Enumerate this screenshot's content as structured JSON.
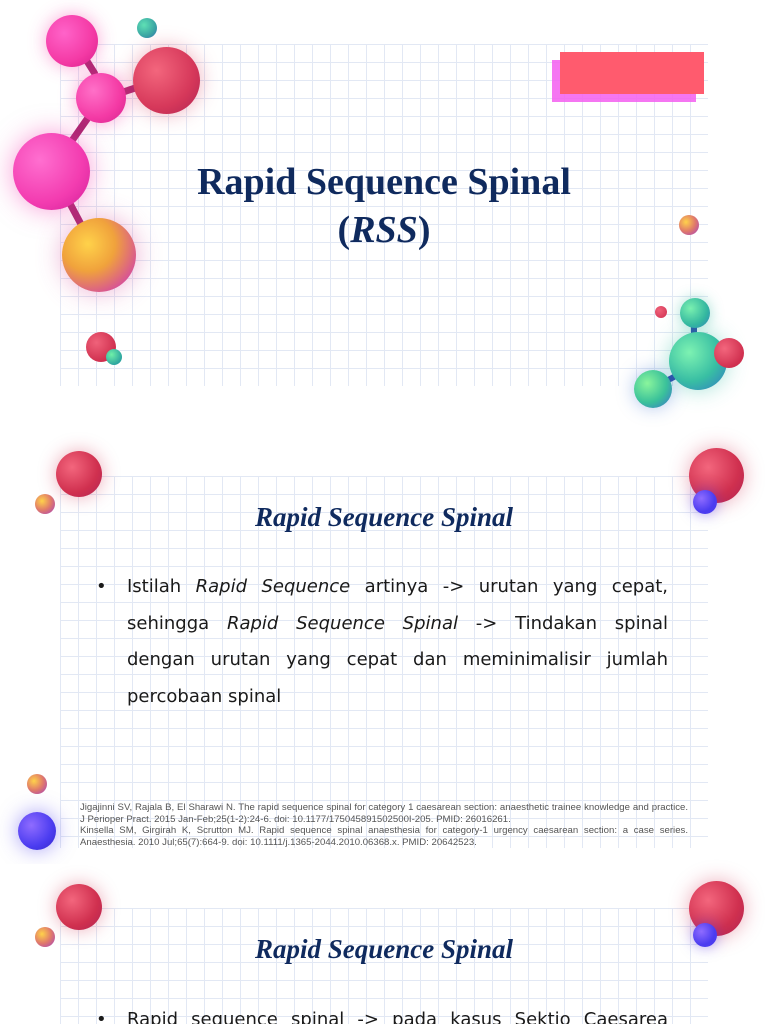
{
  "slide1": {
    "title_line1": "Rapid Sequence Spinal",
    "title_paren_open": "(",
    "title_abbr": "RSS",
    "title_paren_close": ")"
  },
  "slide2": {
    "heading": "Rapid Sequence Spinal",
    "bullet_symbol": "•",
    "bullet_parts": {
      "p1": "Istilah ",
      "p2": "Rapid Sequence",
      "p3": " artinya -> urutan yang cepat, sehingga ",
      "p4": "Rapid Sequence Spinal",
      "p5": " -> Tindakan spinal dengan urutan yang cepat dan meminimalisir jumlah percobaan spinal"
    },
    "references": [
      "Jigajinni SV, Rajala B, El Sharawi N. The rapid sequence spinal for category 1 caesarean section: anaesthetic trainee knowledge and practice. J Perioper Pract. 2015 Jan-Feb;25(1-2):24-6. doi: 10.1177/175045891502500I-205. PMID: 26016261.",
      "Kinsella SM, Girgirah K, Scrutton MJ. Rapid sequence spinal anaesthesia for category-1 urgency caesarean section: a case series. Anaesthesia. 2010 Jul;65(7):664-9. doi: 10.1111/j.1365-2044.2010.06368.x. PMID: 20642523."
    ]
  },
  "slide3": {
    "heading": "Rapid Sequence Spinal",
    "bullet_symbol": "•",
    "bullet_text": "Rapid sequence spinal -> pada kasus Sektio Caesarea"
  },
  "colors": {
    "title": "#0f2a5e",
    "accent_red": "#ff5b6e",
    "accent_pink": "#f35ef0"
  }
}
